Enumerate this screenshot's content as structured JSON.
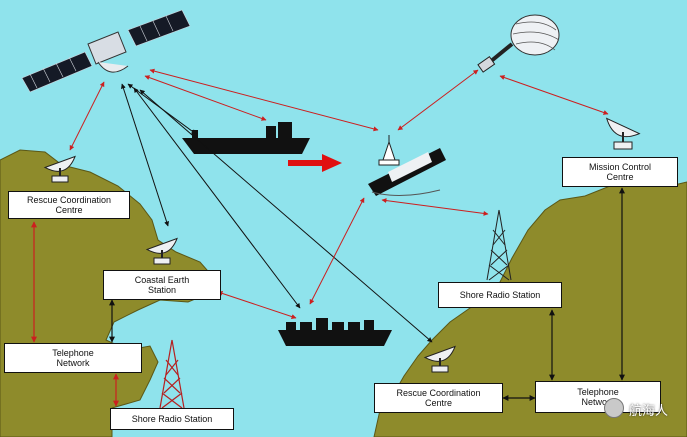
{
  "labels": {
    "rcc_top": [
      "Rescue Coordination",
      "Centre"
    ],
    "coastal_earth": [
      "Coastal Earth",
      "Station"
    ],
    "telephone_left": [
      "Telephone",
      "Network"
    ],
    "shore_radio_left": "Shore Radio Station",
    "shore_radio_right": "Shore Radio Station",
    "mission_control": [
      "Mission Control",
      "Centre"
    ],
    "rcc_bottom": [
      "Rescue Coordination",
      "Centre"
    ],
    "telephone_right": [
      "Telephone",
      "Network"
    ]
  },
  "watermark": "航海人",
  "colors": {
    "sea": "#8fe3ec",
    "land": "#8e8b2b",
    "link_red": "#cc1f1f",
    "link_black": "#111111",
    "distress_arrow": "#e01010"
  },
  "icons": [
    "geo-satellite-icon",
    "polar-satellite-icon",
    "dish-antenna-icon",
    "radio-tower-icon",
    "ship-icon",
    "sinking-ship-icon",
    "epirb-beacon-icon"
  ]
}
